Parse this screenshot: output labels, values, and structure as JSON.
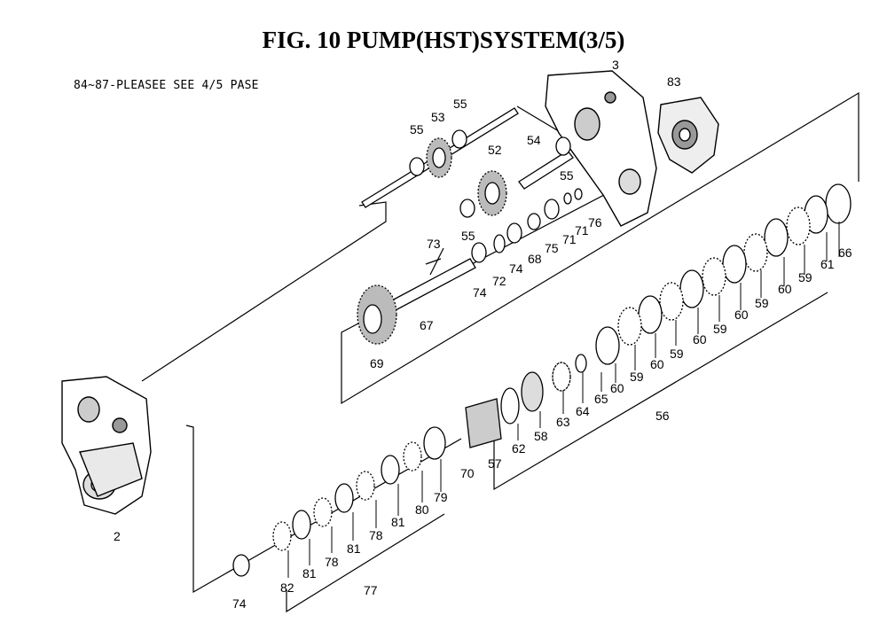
{
  "figure": {
    "title": "FIG. 10  PUMP(HST)SYSTEM(3/5)",
    "note": "84~87-PLEASEE SEE 4/5 PASE"
  },
  "callouts": {
    "c2": "2",
    "c3": "3",
    "c83": "83",
    "c55a": "55",
    "c53": "53",
    "c55b": "55",
    "c52": "52",
    "c54": "54",
    "c55c": "55",
    "c55d": "55",
    "c76": "76",
    "c71a": "71",
    "c71b": "71",
    "c75": "75",
    "c68": "68",
    "c74a": "74",
    "c72": "72",
    "c74b": "74",
    "c73": "73",
    "c67": "67",
    "c69": "69",
    "c66": "66",
    "c61": "61",
    "c59a": "59",
    "c60a": "60",
    "c59b": "59",
    "c60b": "60",
    "c59c": "59",
    "c60c": "60",
    "c59d": "59",
    "c60d": "60",
    "c59e": "59",
    "c60e": "60",
    "c65": "65",
    "c64": "64",
    "c63": "63",
    "c58": "58",
    "c62": "62",
    "c57": "57",
    "c70": "70",
    "c56": "56",
    "c79": "79",
    "c80": "80",
    "c81a": "81",
    "c78a": "78",
    "c81b": "81",
    "c78b": "78",
    "c81c": "81",
    "c82": "82",
    "c77": "77",
    "c74c": "74"
  }
}
